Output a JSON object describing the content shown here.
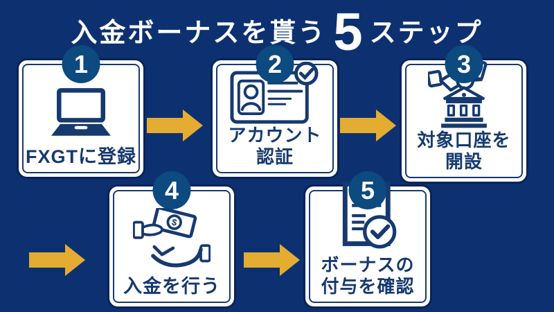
{
  "title": {
    "prefix": "入金ボーナスを貰う",
    "big_number": "5",
    "suffix": "ステップ"
  },
  "steps": [
    {
      "number": "1",
      "lines": [
        "FXGTに登録"
      ],
      "icon": "laptop-icon"
    },
    {
      "number": "2",
      "lines": [
        "アカウント",
        "認証"
      ],
      "icon": "id-card-check-icon"
    },
    {
      "number": "3",
      "lines": [
        "対象口座を",
        "開設"
      ],
      "icon": "bank-handshake-icon"
    },
    {
      "number": "4",
      "lines": [
        "入金を行う"
      ],
      "icon": "hand-money-icon"
    },
    {
      "number": "5",
      "lines": [
        "ボーナスの",
        "付与を確認"
      ],
      "icon": "document-check-icon"
    }
  ],
  "arrows": {
    "count": 4,
    "direction": "right"
  },
  "colors": {
    "background": "#0D3170",
    "badge_blue": "#0C4A80",
    "card_white": "#FFFFFF",
    "navy_text": "#16396F",
    "card_outline": "#0A2357",
    "arrow_gold": "#E4AC31",
    "title_white": "#FFFFFF"
  }
}
